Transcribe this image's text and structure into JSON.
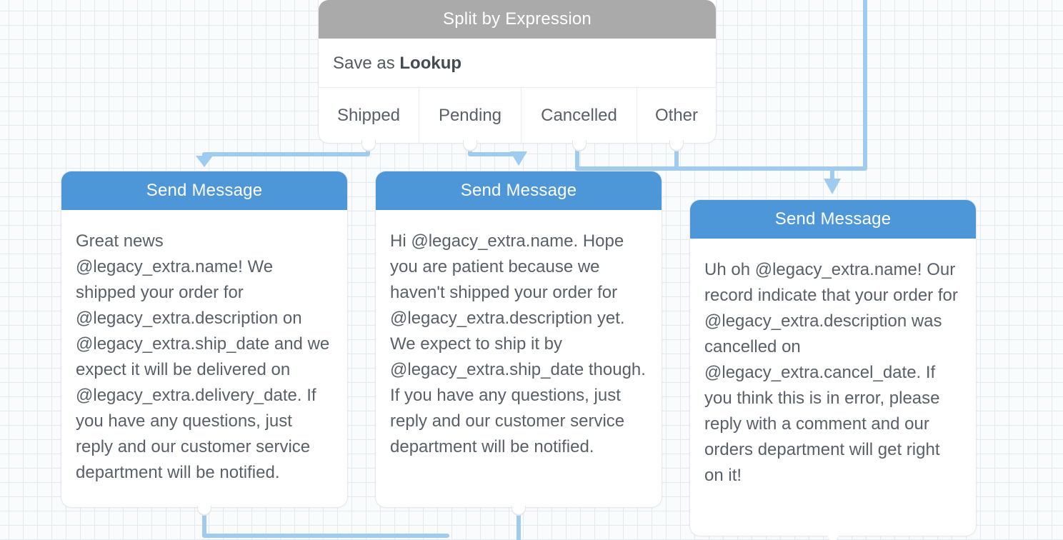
{
  "split": {
    "title": "Split by Expression",
    "save_prefix": "Save as",
    "save_variable": "Lookup",
    "exits": [
      "Shipped",
      "Pending",
      "Cancelled",
      "Other"
    ]
  },
  "messages": [
    {
      "title": "Send Message",
      "text": "Great news @legacy_extra.name! We shipped your order for @legacy_extra.description on @legacy_extra.ship_date and we expect it will be delivered on @legacy_extra.delivery_date. If you have any questions, just reply and our customer service department will be notified."
    },
    {
      "title": "Send Message",
      "text": "Hi @legacy_extra.name. Hope you are patient because we haven't shipped your order for @legacy_extra.description yet. We expect to ship it by @legacy_extra.ship_date though. If you have any questions, just reply and our customer service department will be notified."
    },
    {
      "title": "Send Message",
      "text": "Uh oh @legacy_extra.name! Our record indicate that your order for @legacy_extra.description was cancelled on @legacy_extra.cancel_date. If you think this is in error, please reply with a comment and our orders department will get right on it!"
    }
  ],
  "colors": {
    "connector": "#9ecbee",
    "split_header": "#aaaaaa",
    "send_header": "#4d97d9"
  }
}
